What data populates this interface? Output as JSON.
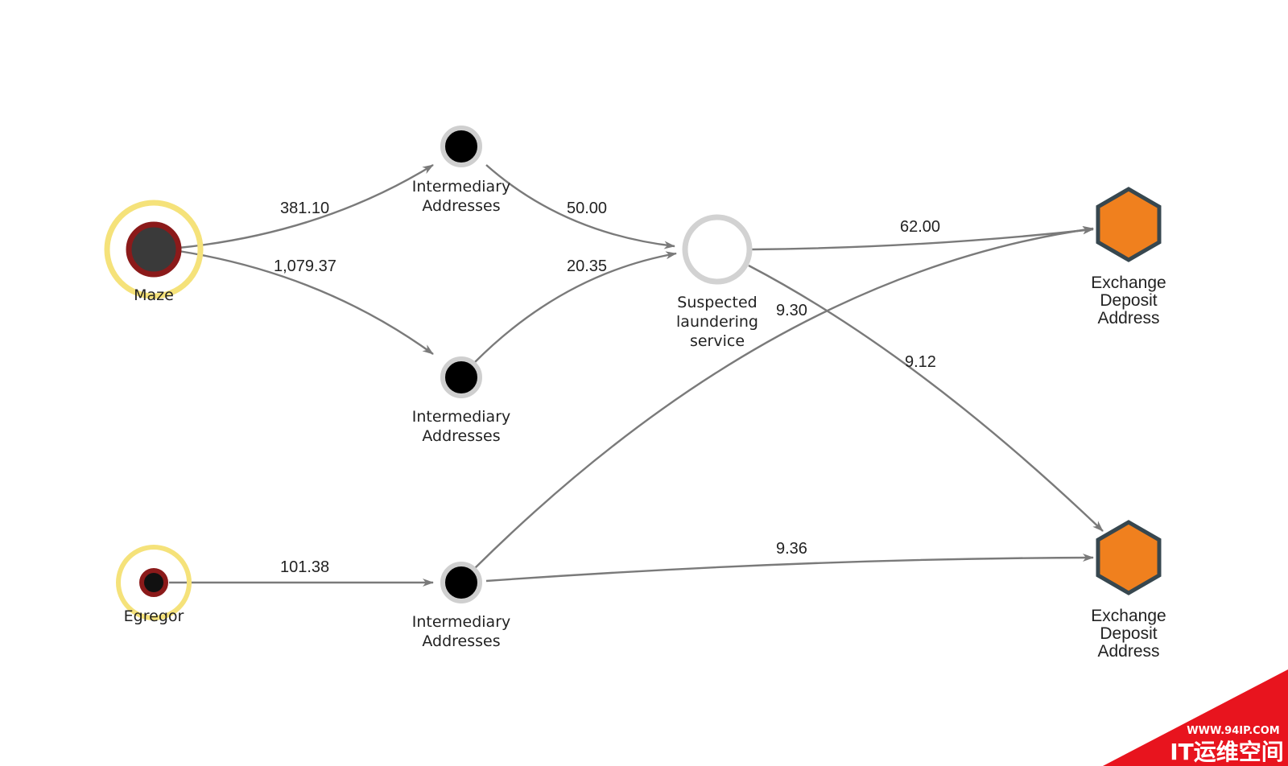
{
  "nodes": {
    "maze": {
      "label": "Maze"
    },
    "egregor": {
      "label": "Egregor"
    },
    "intermediary_top": {
      "label_line1": "Intermediary",
      "label_line2": "Addresses"
    },
    "intermediary_mid": {
      "label_line1": "Intermediary",
      "label_line2": "Addresses"
    },
    "intermediary_bottom": {
      "label_line1": "Intermediary",
      "label_line2": "Addresses"
    },
    "laundering_service": {
      "label_line1": "Suspected",
      "label_line2": "laundering",
      "label_line3": "service"
    },
    "exchange_top": {
      "label_line1": "Exchange",
      "label_line2": "Deposit",
      "label_line3": "Address"
    },
    "exchange_bottom": {
      "label_line1": "Exchange",
      "label_line2": "Deposit",
      "label_line3": "Address"
    }
  },
  "edges": {
    "maze_to_intermediary_top": "381.10",
    "maze_to_intermediary_mid": "1,079.37",
    "intermediary_top_to_laundering": "50.00",
    "intermediary_mid_to_laundering": "20.35",
    "laundering_to_exchange_top": "62.00",
    "laundering_to_exchange_bottom": "9.12",
    "intermediary_bottom_to_exchange_top": "9.30",
    "intermediary_bottom_to_exchange_bottom": "9.36",
    "egregor_to_intermediary_bottom": "101.38"
  },
  "watermark": {
    "url": "WWW.94IP.COM",
    "brand": "IT运维空间"
  },
  "colors": {
    "edge": "#7a7a7a",
    "highlight_ring": "#f5e27a",
    "ransomware_ring": "#8b1a1a",
    "maze_fill": "#3a3a3a",
    "intermediary_ring": "#cfcfcf",
    "exchange_fill": "#f0801e",
    "exchange_stroke": "#37474f",
    "watermark_bg": "#e8141e"
  }
}
